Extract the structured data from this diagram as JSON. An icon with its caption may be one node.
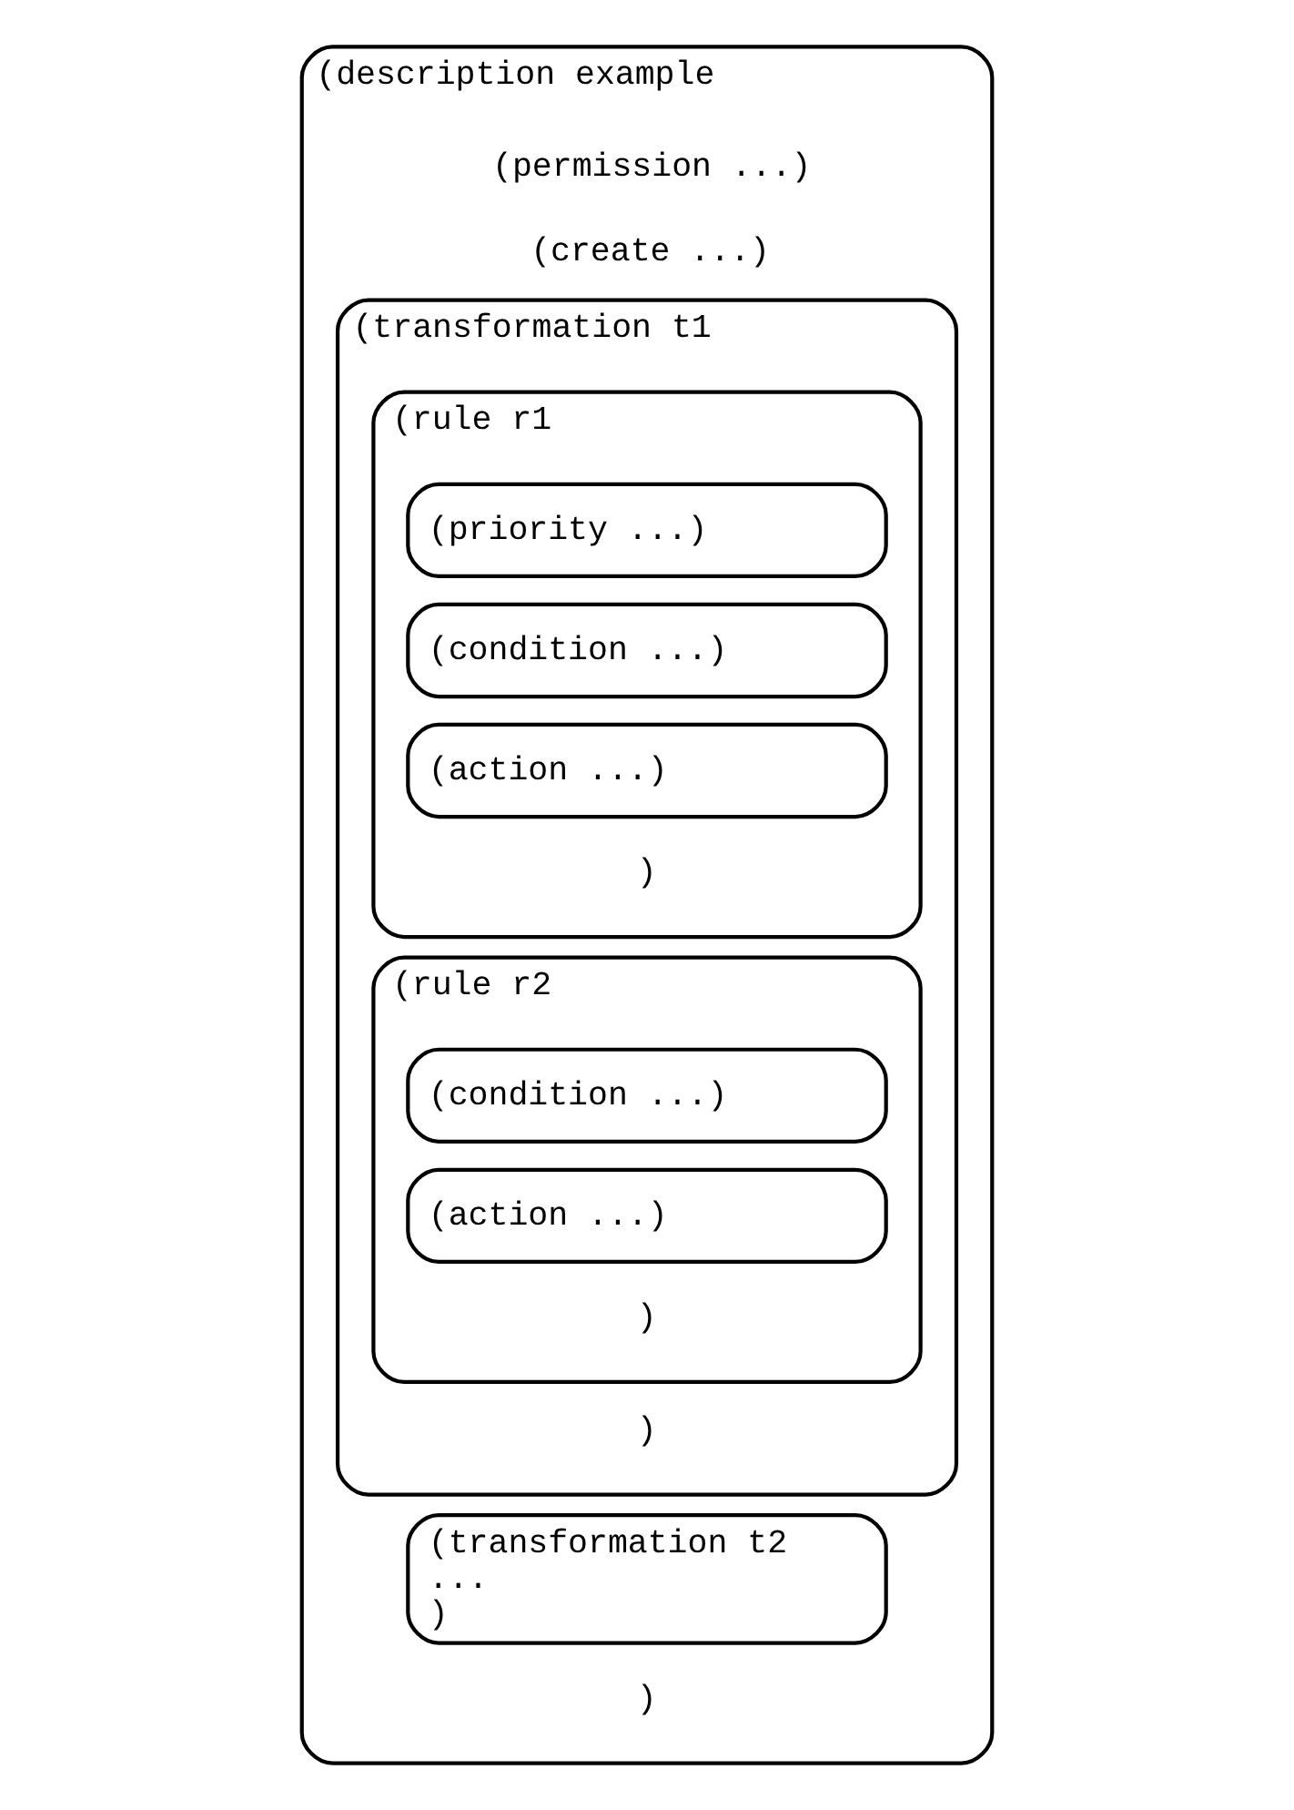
{
  "diagram": {
    "nodes": [
      {
        "text": [
          "(description example",
          "(permission ...)",
          "(create ...)",
          ")"
        ]
      },
      {
        "text": [
          "(transformation t1",
          ")"
        ],
        "in": 0
      },
      {
        "text": [
          "(rule r1",
          ")"
        ],
        "in": 1
      },
      {
        "text": [
          "(priority ...)"
        ],
        "in": 2
      },
      {
        "text": [
          "(condition ...)"
        ],
        "in": 2
      },
      {
        "text": [
          "(action ...)"
        ],
        "in": 2
      },
      {
        "text": [
          "(rule r2",
          ")"
        ],
        "in": 1
      },
      {
        "text": [
          "(condition ...)"
        ],
        "in": 6
      },
      {
        "text": [
          "(action ...)"
        ],
        "in": 6
      },
      {
        "text": [
          "(transformation t2",
          "...",
          ")"
        ],
        "in": 0
      }
    ]
  }
}
